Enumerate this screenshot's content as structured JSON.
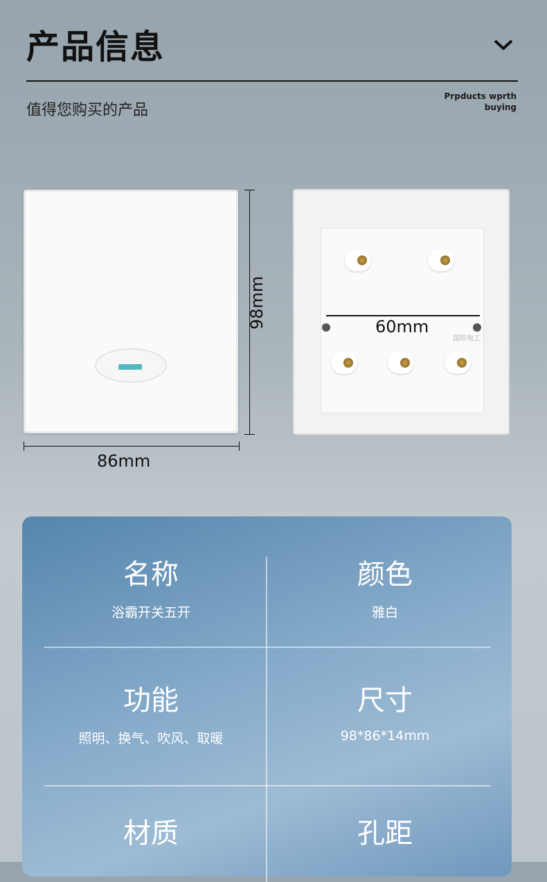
{
  "header": {
    "title": "产品信息",
    "subtitle": "值得您购买的产品",
    "english_tag": [
      "Prpducts wprth",
      "buying"
    ]
  },
  "dimensions": {
    "height": "98mm",
    "width": "86mm",
    "hole_spacing": "60mm"
  },
  "back_logo": "国际电工",
  "specs": [
    {
      "label": "名称",
      "value": "浴霸开关五开"
    },
    {
      "label": "颜色",
      "value": "雅白"
    },
    {
      "label": "功能",
      "value": "照明、换气、吹风、取暖"
    },
    {
      "label": "尺寸",
      "value": "98*86*14mm"
    },
    {
      "label": "材质",
      "value": ""
    },
    {
      "label": "孔距",
      "value": ""
    }
  ],
  "colors": {
    "led": "#4fb9c2",
    "card": "#6f98bd"
  }
}
